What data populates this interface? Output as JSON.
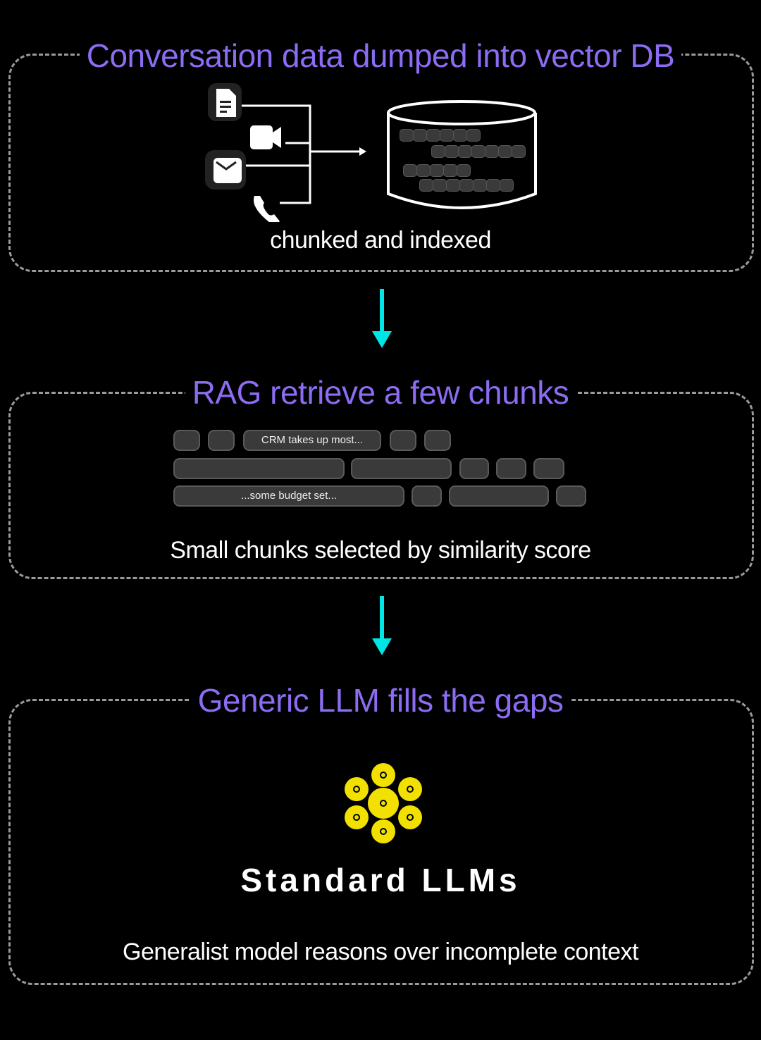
{
  "sections": [
    {
      "title": "Conversation data dumped into vector DB",
      "caption": "chunked and indexed"
    },
    {
      "title": "RAG retrieve a few chunks",
      "caption": "Small chunks selected by similarity score"
    },
    {
      "title": "Generic LLM fills the gaps",
      "caption": "Generalist model reasons over incomplete context"
    }
  ],
  "sources": [
    "document-icon",
    "video-icon",
    "email-icon",
    "phone-icon"
  ],
  "chunks": {
    "row1_label": "CRM takes up most...",
    "row3_label": "...some budget set..."
  },
  "brand": {
    "name": "Standard LLMs"
  },
  "colors": {
    "title": "#8b6cf2",
    "arrow": "#00e5e5",
    "logo": "#f2e000",
    "border": "#9a9a9a"
  }
}
